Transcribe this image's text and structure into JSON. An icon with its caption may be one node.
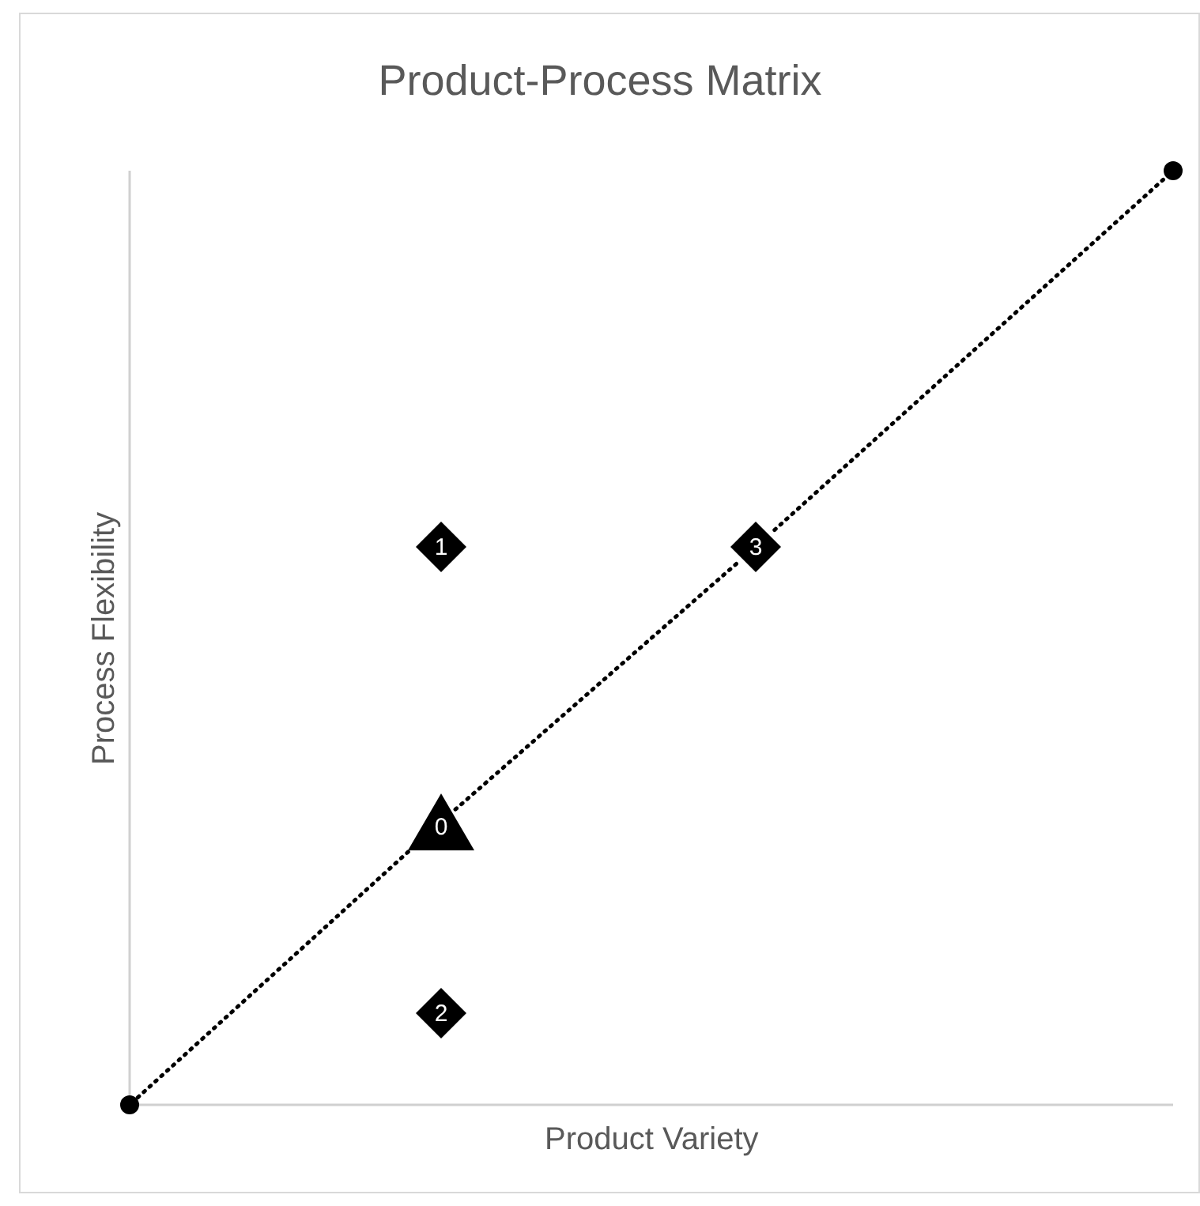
{
  "diagram": {
    "title": "Product-Process Matrix",
    "nodes": [
      {
        "text": [
          "1"
        ]
      },
      {
        "text": [
          "3"
        ]
      },
      {
        "text": [
          "0"
        ]
      },
      {
        "text": [
          "2"
        ]
      },
      {
        "text": [],
        "shape": "circle"
      },
      {
        "text": [],
        "shape": "circle"
      }
    ],
    "edges": [
      {
        "from": 4,
        "to": 2,
        "arrow": "none",
        "style": "dashed"
      },
      {
        "from": 2,
        "to": 1,
        "arrow": "none",
        "style": "dashed"
      },
      {
        "from": 1,
        "to": 5,
        "arrow": "none",
        "style": "dashed"
      }
    ],
    "labels": [
      "Process Flexibility",
      "Product Variety"
    ]
  }
}
